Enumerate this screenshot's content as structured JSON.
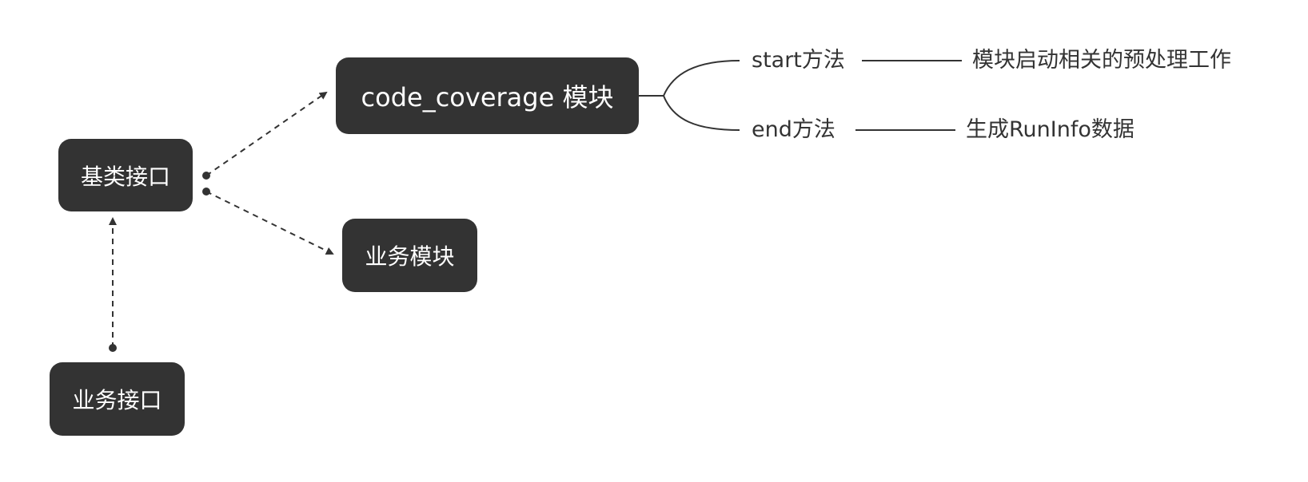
{
  "nodes": {
    "base_interface": "基类接口",
    "code_coverage_module": "code_coverage 模块",
    "business_module": "业务模块",
    "business_interface": "业务接口"
  },
  "branches": {
    "start_method": "start方法",
    "start_desc": "模块启动相关的预处理工作",
    "end_method": "end方法",
    "end_desc": "生成RunInfo数据"
  },
  "colors": {
    "node_fill": "#333333",
    "node_text": "#ffffff",
    "line": "#333333"
  }
}
